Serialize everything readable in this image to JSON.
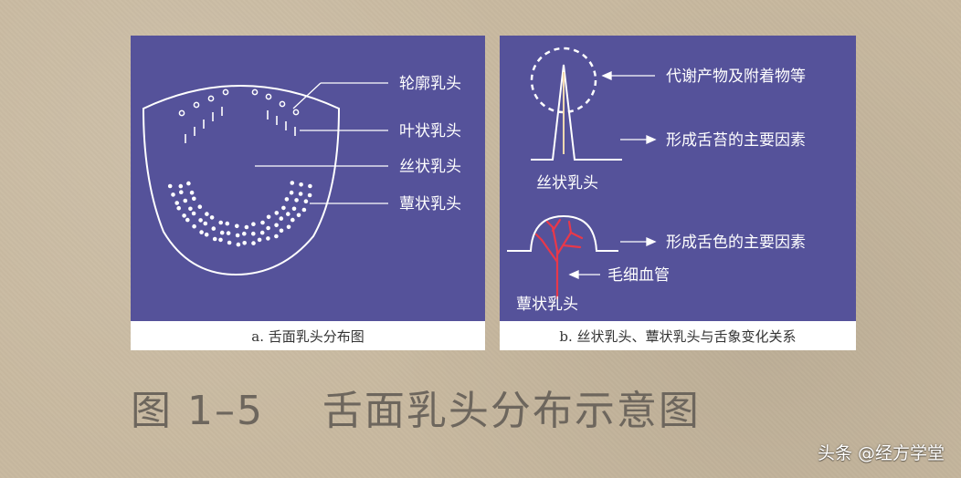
{
  "panel_a": {
    "labels": {
      "circumvallate": "轮廓乳头",
      "foliate": "叶状乳头",
      "filiform": "丝状乳头",
      "fungiform": "蕈状乳头"
    },
    "caption": "a. 舌面乳头分布图"
  },
  "panel_b": {
    "labels": {
      "metabolites": "代谢产物及附着物等",
      "coating_factor": "形成舌苔的主要因素",
      "filiform": "丝状乳头",
      "color_factor": "形成舌色的主要因素",
      "capillary": "毛细血管",
      "fungiform": "蕈状乳头"
    },
    "caption": "b. 丝状乳头、蕈状乳头与舌象变化关系"
  },
  "figure_title": "图 1–5    舌面乳头分布示意图",
  "watermark": "头条 @经方学堂",
  "colors": {
    "panel_bg": "#55529a",
    "page_bg": "#c8b9a0",
    "line": "#ffffff",
    "capillary": "#e8384a",
    "spike": "#f3d9b0",
    "title": "#6d665d"
  }
}
